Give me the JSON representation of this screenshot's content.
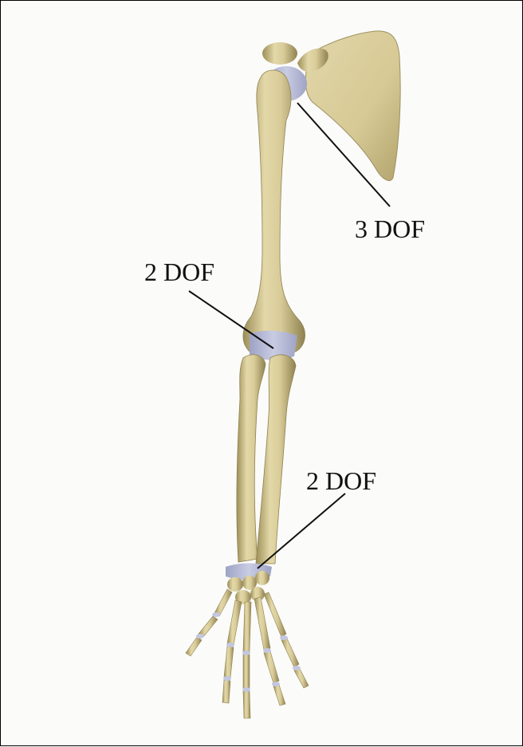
{
  "diagram": {
    "labels": {
      "shoulder": "3 DOF",
      "elbow": "2 DOF",
      "wrist": "2 DOF"
    }
  },
  "colors": {
    "bone": "#d9cc99",
    "bone_shadow": "#a89a62",
    "cartilage": "#b9bdd8",
    "leader_line": "#111111",
    "background": "#fbfbfa"
  }
}
